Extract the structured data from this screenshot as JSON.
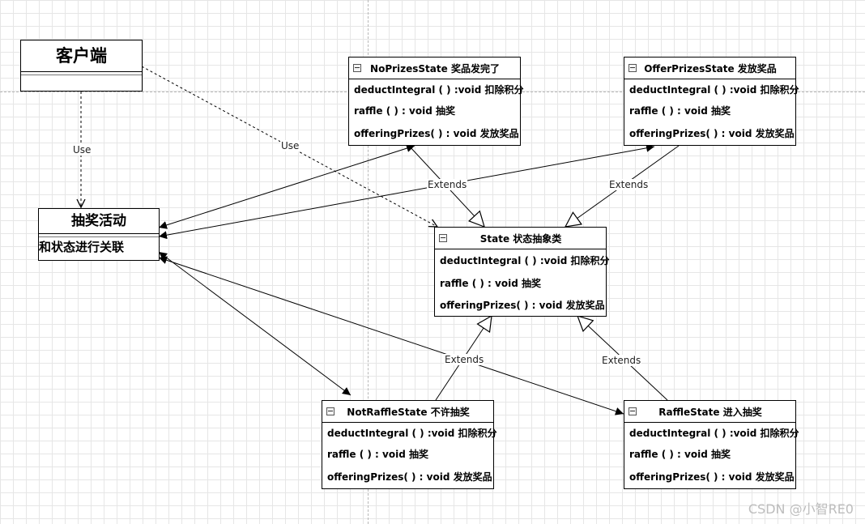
{
  "client": {
    "title": "客户端"
  },
  "context": {
    "title": "抽奖活动",
    "note": "和状态进行关联"
  },
  "classes": {
    "no_prizes": {
      "title": "NoPrizesState 奖品发完了",
      "methods": [
        "deductIntegral ( )  :void  扣除积分",
        "raffle ( )  : void   抽奖",
        "offeringPrizes( ) : void 发放奖品"
      ]
    },
    "offer_prizes": {
      "title": "OfferPrizesState 发放奖品",
      "methods": [
        "deductIntegral ( )  :void  扣除积分",
        "raffle ( )  : void   抽奖",
        "offeringPrizes( ) : void 发放奖品"
      ]
    },
    "state": {
      "title": "State   状态抽象类",
      "methods": [
        "deductIntegral ( )  :void  扣除积分",
        "raffle ( )  : void   抽奖",
        "offeringPrizes( ) : void 发放奖品"
      ]
    },
    "not_raffle": {
      "title": "NotRaffleState 不许抽奖",
      "methods": [
        "deductIntegral ( )  :void  扣除积分",
        "raffle ( )  : void   抽奖",
        "offeringPrizes( ) : void 发放奖品"
      ]
    },
    "raffle": {
      "title": "RaffleState 进入抽奖",
      "methods": [
        "deductIntegral ( )  :void  扣除积分",
        "raffle ( )  : void   抽奖",
        "offeringPrizes( ) : void 发放奖品"
      ]
    }
  },
  "edge_labels": {
    "use_client_context": "Use",
    "use_client_state": "Use",
    "extends_no_prizes": "Extends",
    "extends_offer_prizes": "Extends",
    "extends_not_raffle": "Extends",
    "extends_raffle": "Extends"
  },
  "watermark": "CSDN @小智RE0"
}
